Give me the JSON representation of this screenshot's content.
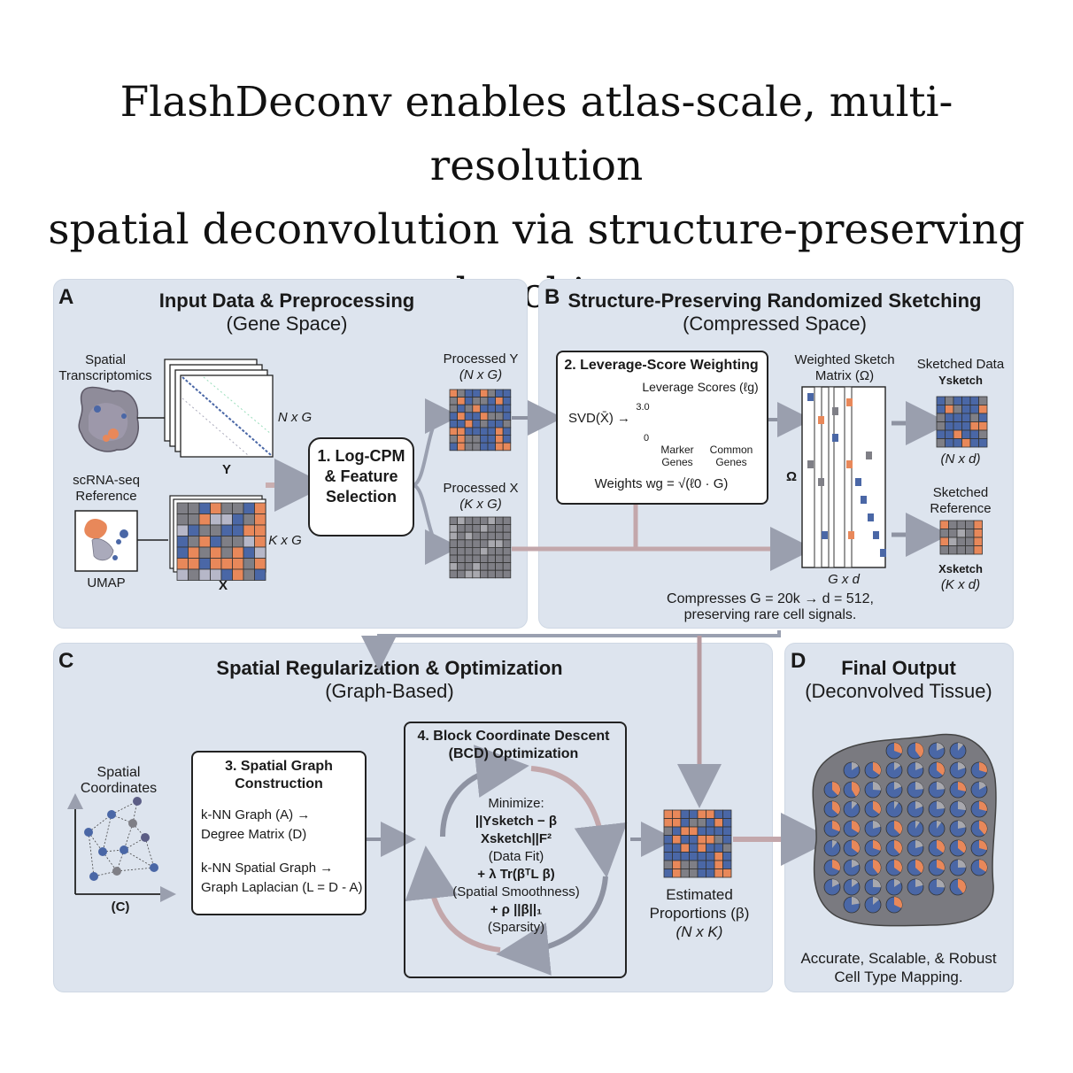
{
  "title": {
    "line1": "FlashDeconv enables atlas-scale, multi-resolution",
    "line2": "spatial deconvolution via structure-preserving",
    "line3": "sketching"
  },
  "panel_a": {
    "letter": "A",
    "title": "Input Data & Preprocessing",
    "subtitle": "(Gene Space)",
    "spatial_label_1": "Spatial",
    "spatial_label_2": "Transcriptomics",
    "y_dims": "N x G",
    "y_label": "Y",
    "sc_label_1": "scRNA-seq",
    "sc_label_2": "Reference",
    "umap_label": "UMAP",
    "x_dims": "K x G",
    "x_label": "X",
    "step1_line1": "1. Log-CPM",
    "step1_line2": "& Feature",
    "step1_line3": "Selection",
    "processed_y": "Processed Y",
    "processed_y_dims": "(N x G)",
    "processed_x": "Processed X",
    "processed_x_dims": "(K x G)"
  },
  "panel_b": {
    "letter": "B",
    "title": "Structure-Preserving Randomized Sketching",
    "subtitle": "(Compressed Space)",
    "step2_title": "2. Leverage-Score Weighting",
    "leverage_label": "Leverage Scores (ℓg)",
    "svd_label": "SVD(X̄) →",
    "tick_top": "3.0",
    "tick_bottom": "0",
    "marker_1": "Marker",
    "marker_2": "Genes",
    "common_1": "Common",
    "common_2": "Genes",
    "weights_label": "Weights wg = √(ℓ0 · G)",
    "sketch_matrix_1": "Weighted Sketch",
    "sketch_matrix_2": "Matrix (Ω)",
    "omega": "Ω",
    "gxd": "G x d",
    "sketched_data": "Sketched Data",
    "y_sketch": "Ysketch",
    "nxd": "(N x d)",
    "sketched_ref_1": "Sketched",
    "sketched_ref_2": "Reference",
    "x_sketch": "Xsketch",
    "kxd": "(K x d)",
    "compress_1": "Compresses G = 20k → d = 512,",
    "compress_2": "preserving rare cell signals."
  },
  "panel_c": {
    "letter": "C",
    "title": "Spatial Regularization & Optimization",
    "subtitle": "(Graph-Based)",
    "coords_1": "Spatial",
    "coords_2": "Coordinates",
    "coords_caption": "(C)",
    "step3_title_1": "3. Spatial Graph",
    "step3_title_2": "Construction",
    "knn_1": "k-NN Graph (A) →",
    "knn_2": "Degree Matrix (D)",
    "knn_3": "k-NN Spatial Graph →",
    "knn_4": "Graph Laplacian (L = D - A)",
    "step4_title_1": "4. Block Coordinate Descent",
    "step4_title_2": "(BCD) Optimization",
    "minimize": "Minimize:",
    "term1": "||Ysketch − β Xsketch||F²",
    "term1_caption": "(Data Fit)",
    "term2": "+ λ Tr(βᵀL β)",
    "term2_caption": "(Spatial Smoothness)",
    "term3": "+ ρ ||β||₁",
    "term3_caption": "(Sparsity)",
    "estimated_1": "Estimated",
    "estimated_2": "Proportions (β)",
    "estimated_dims": "(N x K)"
  },
  "panel_d": {
    "letter": "D",
    "title": "Final Output",
    "subtitle": "(Deconvolved Tissue)",
    "caption_1": "Accurate, Scalable, & Robust",
    "caption_2": "Cell Type Mapping."
  },
  "colors": {
    "blue": "#4a67a6",
    "orange": "#e8885a",
    "gray": "#7f7f86",
    "light_gray": "#a8a8ae",
    "panel_bg": "#dde4ee",
    "arrow": "#a9aebd"
  }
}
